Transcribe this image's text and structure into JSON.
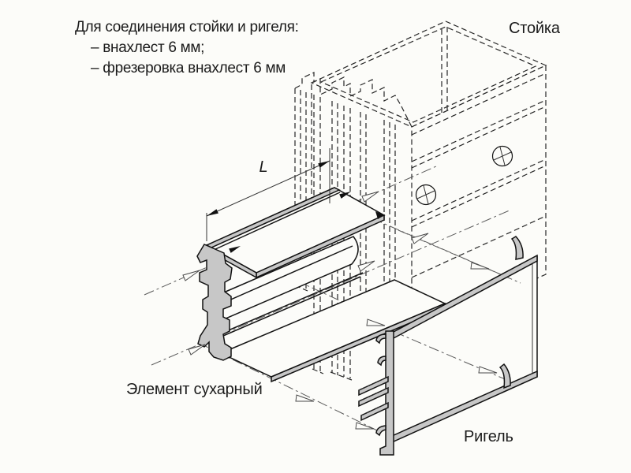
{
  "note": {
    "line1": "Для соединения стойки и ригеля:",
    "items": [
      "– внахлест 6 мм;",
      "– фрезеровка внахлест 6 мм"
    ]
  },
  "labels": {
    "post": "Стойка",
    "connector": "Элемент сухарный",
    "transom": "Ригель",
    "dimension_length": "L"
  },
  "colors": {
    "background": "#fcfcf9",
    "line": "#1b1b1b",
    "hidden_line": "#262626",
    "section_fill": "#c7c7c7",
    "axis_line": "#5a5a5a"
  }
}
